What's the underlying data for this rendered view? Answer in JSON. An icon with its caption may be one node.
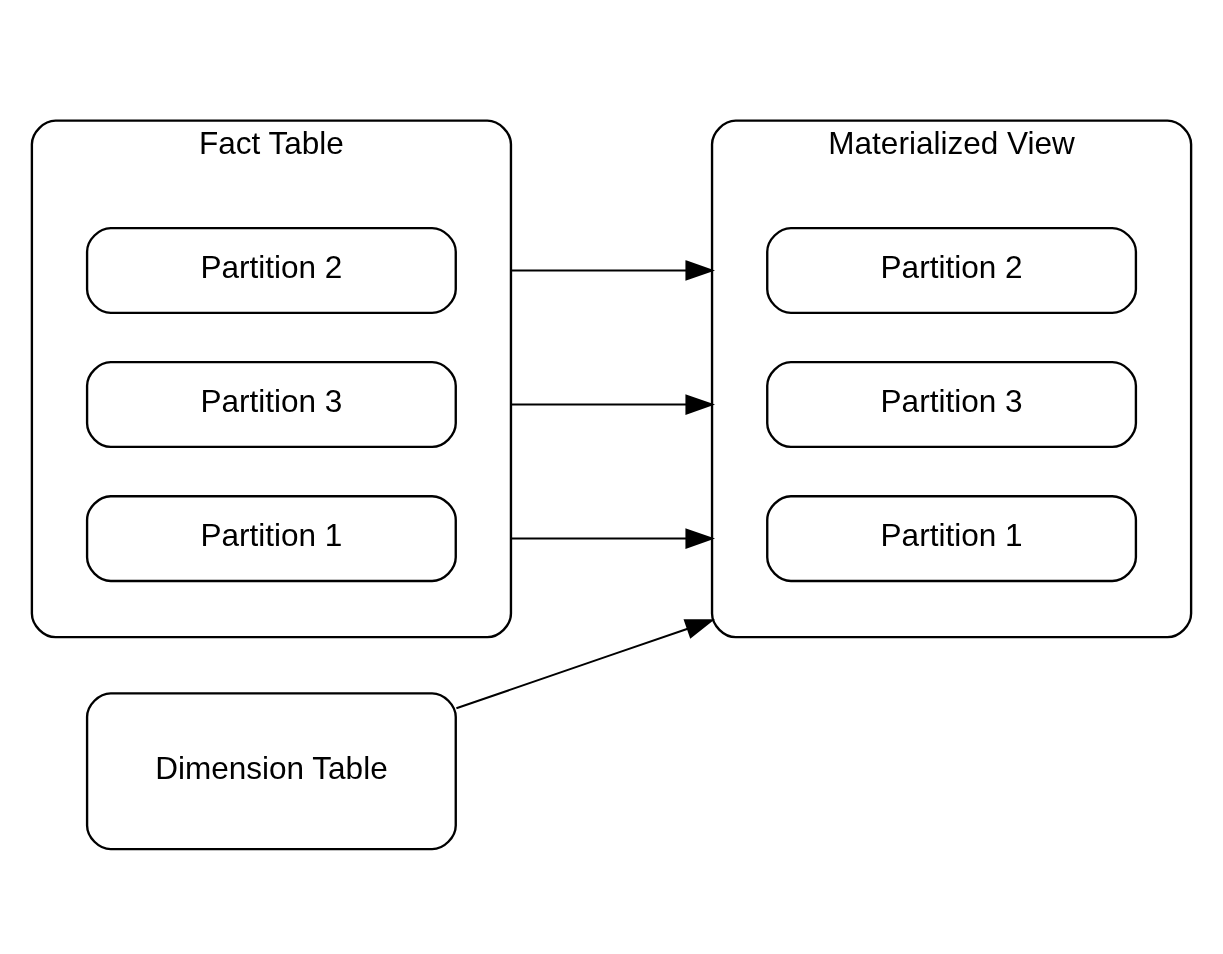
{
  "diagram": {
    "nodes": [
      {
        "text": [
          "Fact Table"
        ]
      },
      {
        "text": [
          "Partition 1"
        ],
        "in": 0
      },
      {
        "text": [
          "Partition 2"
        ],
        "in": 0
      },
      {
        "text": [
          "Partition 3"
        ],
        "in": 0
      },
      {
        "text": [
          "Materialized View"
        ]
      },
      {
        "text": [
          "Partition 1"
        ],
        "in": 4
      },
      {
        "text": [
          "Partition 2"
        ],
        "in": 4
      },
      {
        "text": [
          "Partition 3"
        ],
        "in": 4
      },
      {
        "text": [
          "Dimension Table"
        ]
      }
    ],
    "edges": [
      {
        "from": 0,
        "to": 4,
        "arrow": "to"
      },
      {
        "from": 0,
        "to": 4,
        "arrow": "to"
      },
      {
        "from": 0,
        "to": 4,
        "arrow": "to"
      },
      {
        "from": 8,
        "to": 4,
        "arrow": "to"
      }
    ]
  }
}
